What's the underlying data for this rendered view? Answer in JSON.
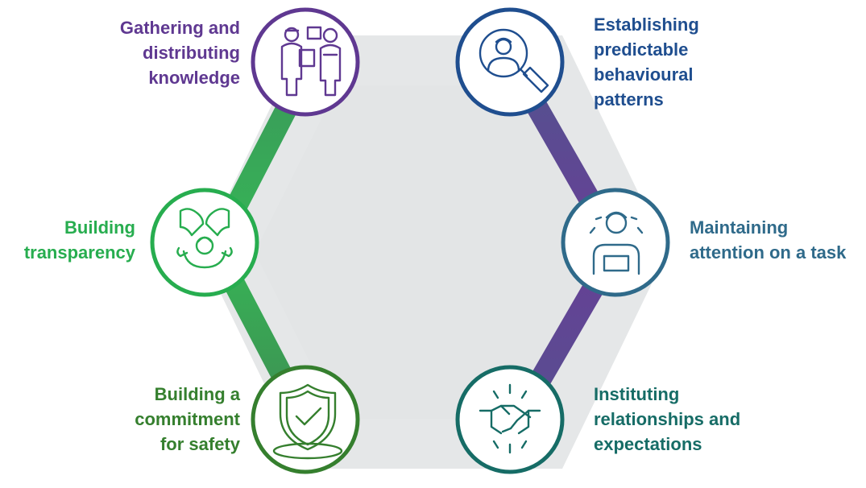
{
  "nodes": {
    "knowledge": {
      "lines": [
        "Gathering and",
        "distributing",
        "knowledge"
      ],
      "color": "#5f3891",
      "icon": "people-exchanging-documents-icon"
    },
    "patterns": {
      "lines": [
        "Establishing",
        "predictable",
        "behavioural",
        "patterns"
      ],
      "color": "#1f4e8f",
      "icon": "person-under-magnifier-icon"
    },
    "attention": {
      "lines": [
        "Maintaining",
        "attention on a task"
      ],
      "color": "#2f6a8a",
      "icon": "person-with-tablet-icon"
    },
    "relationships": {
      "lines": [
        "Instituting",
        "relationships and",
        "expectations"
      ],
      "color": "#166c66",
      "icon": "handshake-icon"
    },
    "safety": {
      "lines": [
        "Building a",
        "commitment",
        "for safety"
      ],
      "color": "#357f2e",
      "icon": "shield-checkmark-icon"
    },
    "transparency": {
      "lines": [
        "Building",
        "transparency"
      ],
      "color": "#27ad4f",
      "icon": "hands-with-flags-icon"
    }
  },
  "colors": {
    "hexagon_fill": "#e5e7e8",
    "edge_purple": "#614a94",
    "edge_teal": "#4e7f80",
    "edge_green": "#52aa62"
  }
}
